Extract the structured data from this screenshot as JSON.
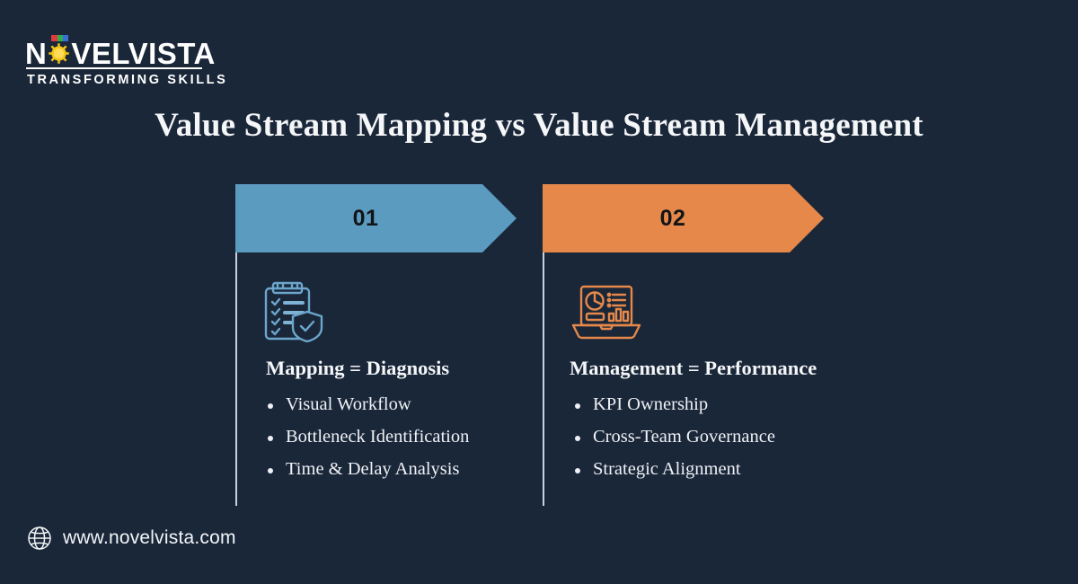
{
  "brand": {
    "name_part1": "N",
    "name_part2": "VELVISTA",
    "tagline": "TRANSFORMING SKILLS",
    "logo_icon": "sun-icon",
    "pixel_colors": [
      "#e03a3a",
      "#2fae4e",
      "#3a6fd8"
    ],
    "sun_color": "#f5c518"
  },
  "header": {
    "title": "Value Stream Mapping vs Value Stream Management"
  },
  "theme": {
    "background": "#1a2739",
    "blue": "#5b9bc0",
    "orange": "#e5884a",
    "text": "#f4f6f8",
    "divider": "#c8d2dc"
  },
  "columns": [
    {
      "number": "01",
      "banner_color": "#5b9bc0",
      "icon": "clipboard-shield-icon",
      "icon_color": "#6ca6cc",
      "heading": "Mapping = Diagnosis",
      "bullets": [
        "Visual Workflow",
        "Bottleneck Identification",
        "Time & Delay Analysis"
      ]
    },
    {
      "number": "02",
      "banner_color": "#e5884a",
      "icon": "laptop-analytics-icon",
      "icon_color": "#e5884a",
      "heading": "Management = Performance",
      "bullets": [
        "KPI Ownership",
        "Cross-Team Governance",
        "Strategic Alignment"
      ]
    }
  ],
  "footer": {
    "icon": "globe-icon",
    "url": "www.novelvista.com"
  }
}
